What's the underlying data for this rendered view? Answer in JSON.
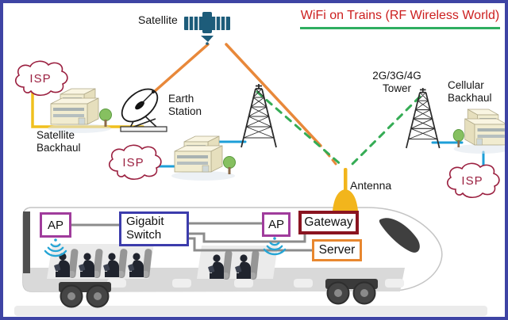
{
  "title": {
    "text": "WiFi on Trains (RF Wireless World)"
  },
  "labels": {
    "satellite": "Satellite",
    "isp": "ISP",
    "satellite_backhaul_line1": "Satellite",
    "satellite_backhaul_line2": "Backhaul",
    "earth_station_line1": "Earth",
    "earth_station_line2": "Station",
    "tower_line1": "2G/3G/4G",
    "tower_line2": "Tower",
    "cellular_backhaul_line1": "Cellular",
    "cellular_backhaul_line2": "Backhaul",
    "antenna": "Antenna"
  },
  "train": {
    "ap_left": "AP",
    "ap_right": "AP",
    "switch_line1": "Gigabit",
    "switch_line2": "Switch",
    "gateway": "Gateway",
    "server": "Server"
  },
  "colors": {
    "frame-border": "#3e44a4",
    "title-red": "#cc1f1f",
    "title-underline-green": "#2fae60",
    "isp-maroon": "#9b2040",
    "yellow-link": "#f0c01e",
    "blue-link": "#1d9fd8",
    "orange-link": "#e8883a",
    "green-wireless": "#35ac55",
    "gray-link": "#8c8c8c",
    "ap-purple": "#a03c9c",
    "switch-blue": "#3c3cac",
    "gateway-maroon": "#8a1420",
    "server-orange": "#e8872f",
    "satellite-teal": "#1d5c7a",
    "antenna-gold": "#f2b51c",
    "wifi-cyan": "#25a5d5"
  }
}
